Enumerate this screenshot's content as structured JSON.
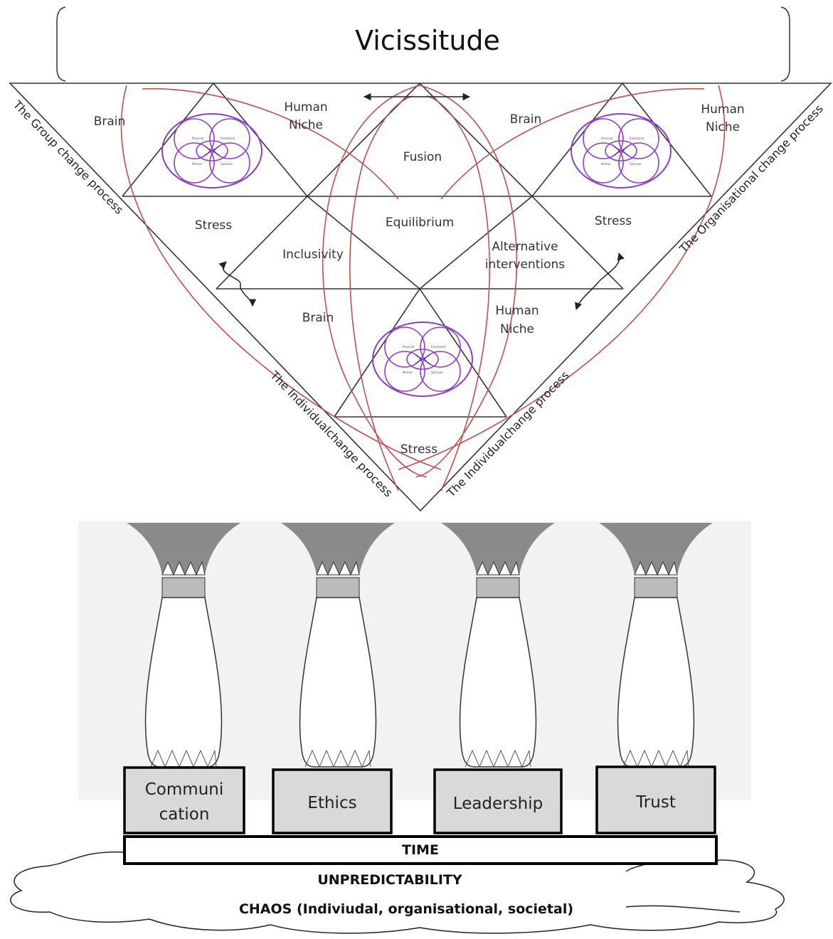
{
  "title": "Vicissitude",
  "side_labels": {
    "group": "The Group change process",
    "organisational": "The Organisational change process",
    "individual_left": "The Individualchange process",
    "individual_right": "The Individualchange process"
  },
  "labels": {
    "brain_left": "Brain",
    "human_niche_left": [
      "Human",
      "Niche"
    ],
    "fusion": "Fusion",
    "brain_right": "Brain",
    "human_niche_right": [
      "Human",
      "Niche"
    ],
    "stress_left": "Stress",
    "equilibrium": "Equilibrium",
    "stress_right": "Stress",
    "inclusivity": "Inclusivity",
    "alternative_interventions": [
      "Alternative",
      "interventions"
    ],
    "brain_bottom": "Brain",
    "human_niche_bottom": [
      "Human",
      "Niche"
    ],
    "stress_bottom": "Stress"
  },
  "venn_labels": [
    "Physical",
    "Emotional",
    "Mental",
    "Spiritual"
  ],
  "pillars": [
    {
      "label": [
        "Communi",
        "cation"
      ]
    },
    {
      "label": [
        "Ethics"
      ]
    },
    {
      "label": [
        "Leadership"
      ]
    },
    {
      "label": [
        "Trust"
      ]
    }
  ],
  "foundation": {
    "time": "TIME",
    "unpredictability": "UNPREDICTABILITY",
    "chaos": "CHAOS (Indiviudal, organisational, societal)"
  },
  "colors": {
    "red_curve": "#c0504d",
    "venn": "#8b3fc8",
    "box_fill": "#d9d9d9",
    "column_bg": "#f2f2f2"
  }
}
